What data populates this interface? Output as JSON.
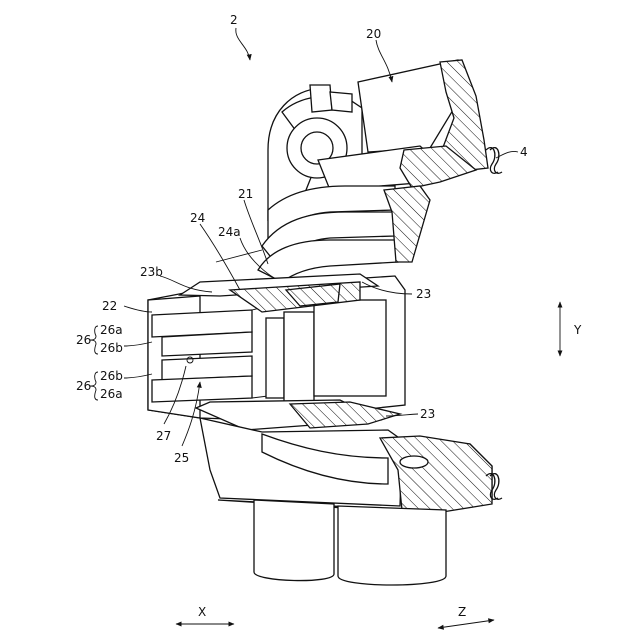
{
  "figure": {
    "labels": {
      "l2": "2",
      "l20": "20",
      "l4": "4",
      "l21": "21",
      "l24": "24",
      "l24a": "24a",
      "l23b": "23b",
      "l23_top": "23",
      "l22": "22",
      "l26_top": "26",
      "l26a_top": "26a",
      "l26b_top": "26b",
      "l26_bot": "26",
      "l26b_bot": "26b",
      "l26a_bot": "26a",
      "l27": "27",
      "l25": "25",
      "l23_bot": "23",
      "axisY": "Y",
      "axisX": "X",
      "axisZ": "Z"
    }
  }
}
